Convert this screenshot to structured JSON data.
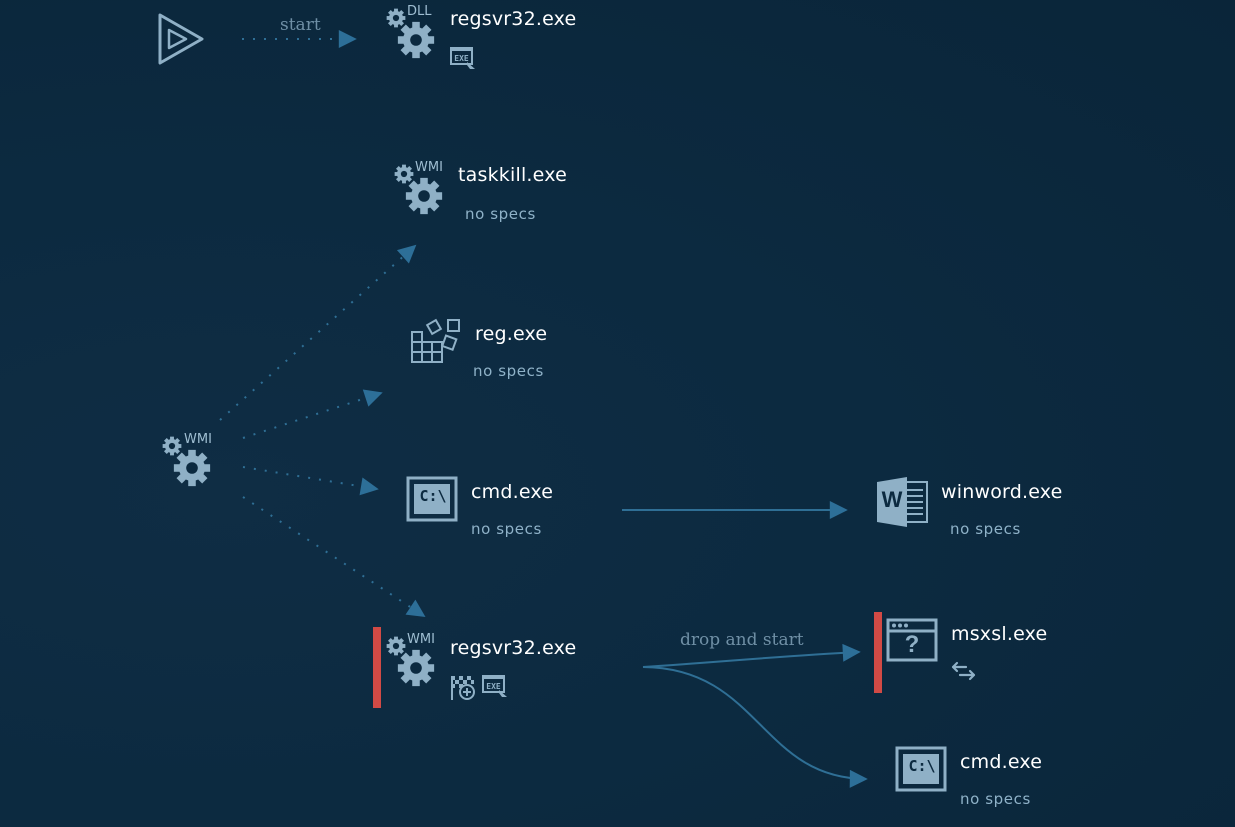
{
  "colors": {
    "background": "#0c2a40",
    "edge": "#2f6f95",
    "icon": "#8fb0c6",
    "alert_bar": "#d24a45",
    "name_text": "#ffffff",
    "specs_text": "#8fb2c8"
  },
  "graph": {
    "edge_labels": {
      "start": "start",
      "drop_and_start": "drop and start"
    },
    "nodes": {
      "start_node": {
        "icon": "start-play-icon"
      },
      "regsvr32_dll": {
        "name": "regsvr32.exe",
        "tag": "DLL",
        "icon": "gear-icon",
        "badges": [
          "exe-badge-icon"
        ]
      },
      "wmi_source": {
        "tag": "WMI",
        "icon": "gear-icon"
      },
      "taskkill": {
        "name": "taskkill.exe",
        "tag": "WMI",
        "specs": "no specs",
        "icon": "gear-icon"
      },
      "reg": {
        "name": "reg.exe",
        "specs": "no specs",
        "icon": "registry-icon"
      },
      "cmd_1": {
        "name": "cmd.exe",
        "specs": "no specs",
        "icon": "cmd-icon",
        "icon_text": "C:\\"
      },
      "winword": {
        "name": "winword.exe",
        "specs": "no specs",
        "icon": "word-icon",
        "icon_text": "W"
      },
      "regsvr32_wmi": {
        "name": "regsvr32.exe",
        "tag": "WMI",
        "icon": "gear-icon",
        "alert": true,
        "badges": [
          "flag-plus-icon",
          "exe-badge-icon"
        ]
      },
      "msxsl": {
        "name": "msxsl.exe",
        "icon": "unknown-window-icon",
        "icon_text": "?",
        "alert": true,
        "badges": [
          "network-arrows-icon"
        ]
      },
      "cmd_2": {
        "name": "cmd.exe",
        "specs": "no specs",
        "icon": "cmd-icon",
        "icon_text": "C:\\"
      }
    }
  }
}
